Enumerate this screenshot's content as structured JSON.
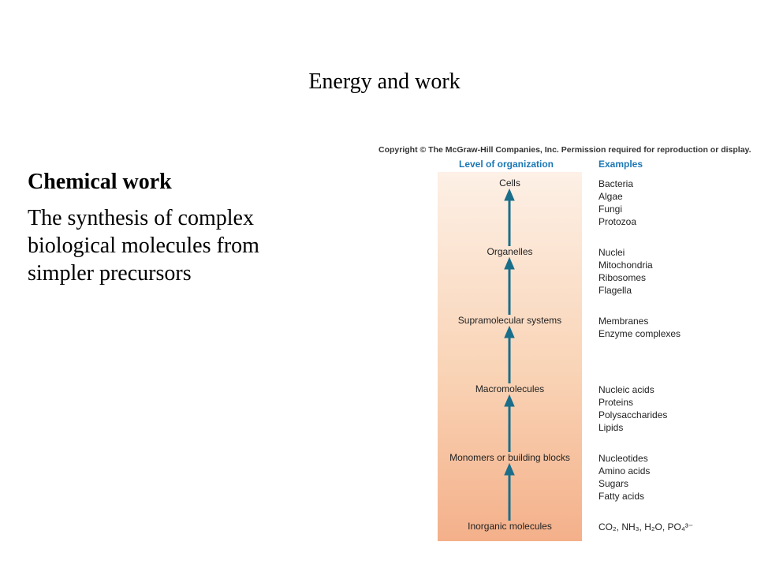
{
  "title": "Energy and work",
  "subheading": "Chemical work",
  "body_lines": [
    "The synthesis of complex",
    "biological molecules from",
    "simpler precursors"
  ],
  "figure": {
    "copyright": "Copyright © The McGraw-Hill Companies, Inc. Permission required for reproduction or display.",
    "level_header": "Level of organization",
    "examples_header": "Examples",
    "accent_color": "#1b77b5",
    "arrow_color": "#1a6e8a",
    "levels": [
      "Cells",
      "Organelles",
      "Supramolecular systems",
      "Macromolecules",
      "Monomers or building blocks",
      "Inorganic molecules"
    ],
    "examples": [
      [
        "Bacteria",
        "Algae",
        "Fungi",
        "Protozoa"
      ],
      [
        "Nuclei",
        "Mitochondria",
        "Ribosomes",
        "Flagella"
      ],
      [
        "Membranes",
        "Enzyme complexes"
      ],
      [
        "Nucleic acids",
        "Proteins",
        "Polysaccharides",
        "Lipids"
      ],
      [
        "Nucleotides",
        "Amino acids",
        "Sugars",
        "Fatty acids"
      ],
      [
        "CO₂, NH₃, H₂O, PO₄³⁻"
      ]
    ]
  }
}
